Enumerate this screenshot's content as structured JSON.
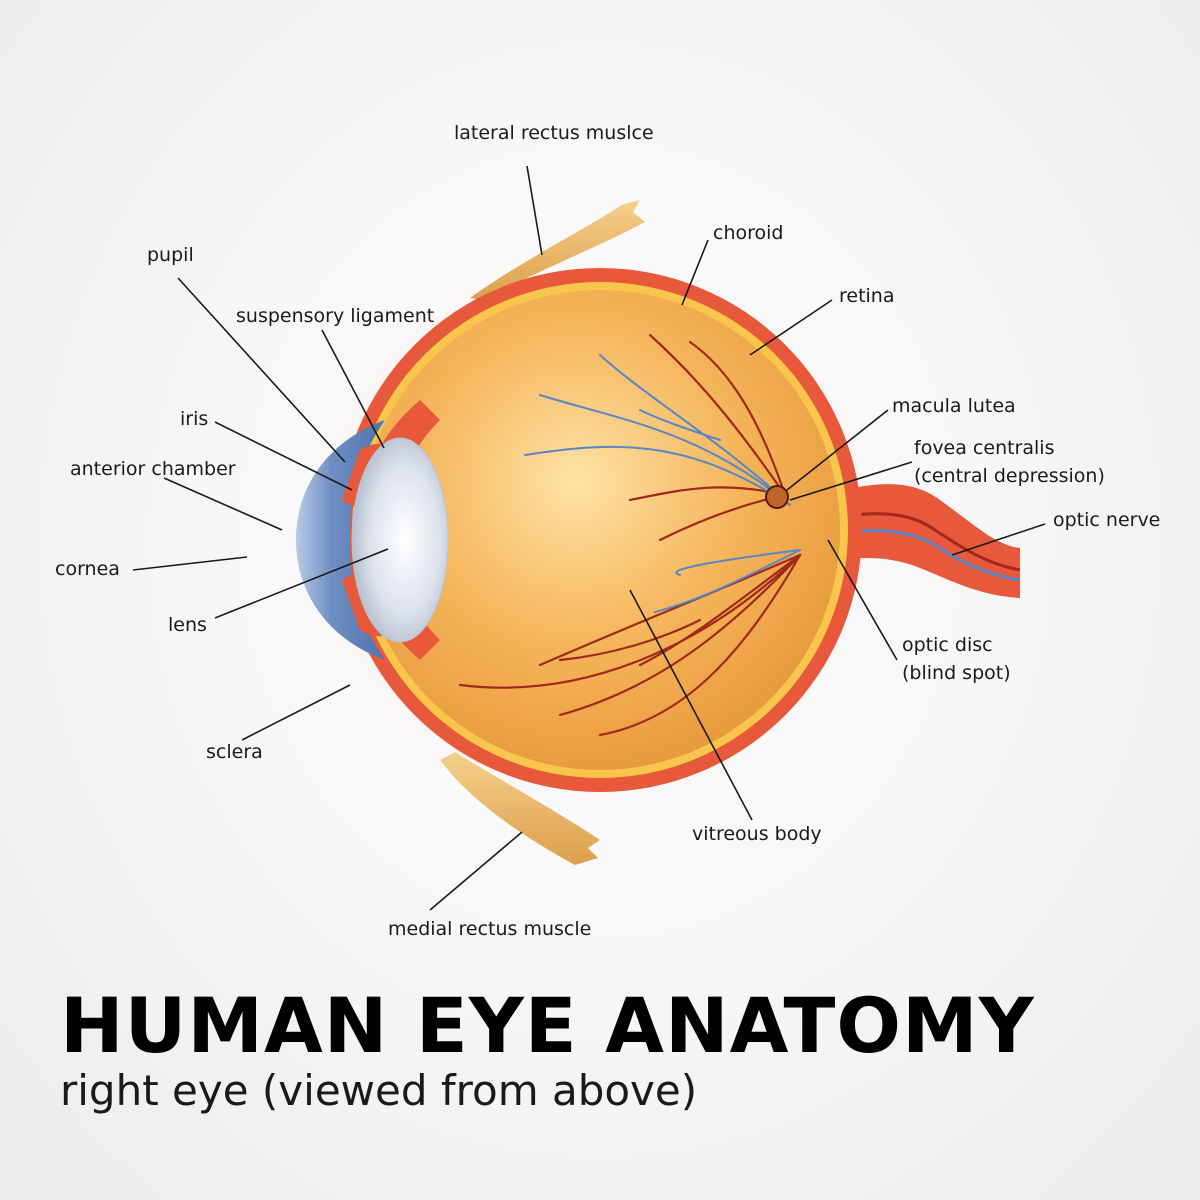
{
  "title": "HUMAN EYE ANATOMY",
  "subtitle": "right eye (viewed from above)",
  "labels": {
    "lateral_rectus": "lateral rectus muslce",
    "choroid": "choroid",
    "retina": "retina",
    "pupil": "pupil",
    "suspensory_ligament": "suspensory ligament",
    "macula_lutea": "macula lutea",
    "fovea_line1": "fovea centralis",
    "fovea_line2": "(central depression)",
    "iris": "iris",
    "anterior_chamber": "anterior chamber",
    "optic_nerve": "optic nerve",
    "cornea": "cornea",
    "lens": "lens",
    "optic_disc_line1": "optic disc",
    "optic_disc_line2": "(blind spot)",
    "sclera": "sclera",
    "vitreous_body": "vitreous body",
    "medial_rectus": "medial rectus muscle"
  },
  "colors": {
    "sclera": "#e8583a",
    "vitreous": "#f3a640",
    "retina_line": "#f7c64a",
    "cornea": "#6f8fc2",
    "lens": "#d9e0ea",
    "muscle": "#e9b566",
    "vein_blue": "#5a86c8",
    "vessel_red": "#a3281c"
  }
}
